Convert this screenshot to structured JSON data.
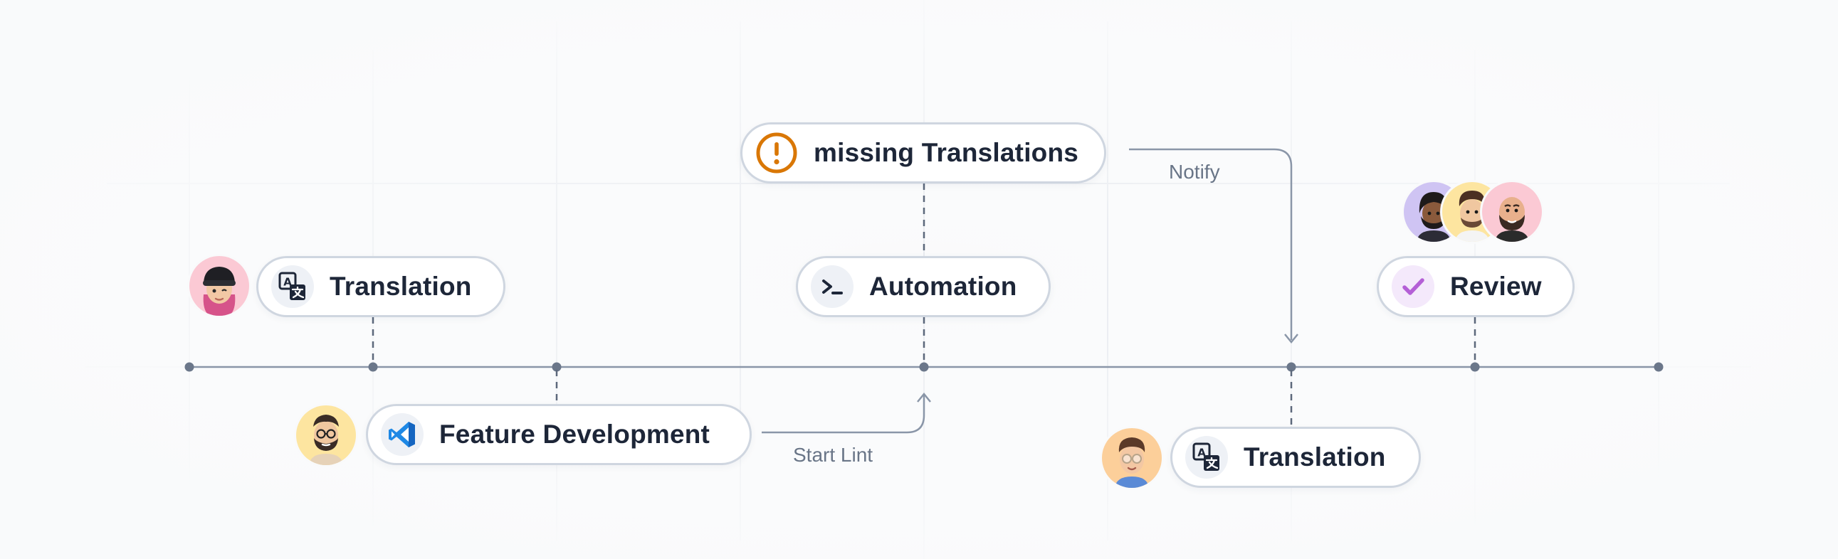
{
  "nodes": {
    "missing_translations": {
      "label": "missing Translations",
      "icon": "alert-icon"
    },
    "translation_left": {
      "label": "Translation",
      "icon": "translate-icon"
    },
    "automation": {
      "label": "Automation",
      "icon": "terminal-icon"
    },
    "review": {
      "label": "Review",
      "icon": "check-icon"
    },
    "feature_development": {
      "label": "Feature Development",
      "icon": "vscode-icon"
    },
    "translation_right": {
      "label": "Translation",
      "icon": "translate-icon"
    }
  },
  "edges": {
    "notify": "Notify",
    "start_lint": "Start Lint"
  },
  "colors": {
    "axis": "#8a96a8",
    "alert": "#d97706",
    "check": "#b45fd6",
    "vscode": "#1e88e5"
  }
}
